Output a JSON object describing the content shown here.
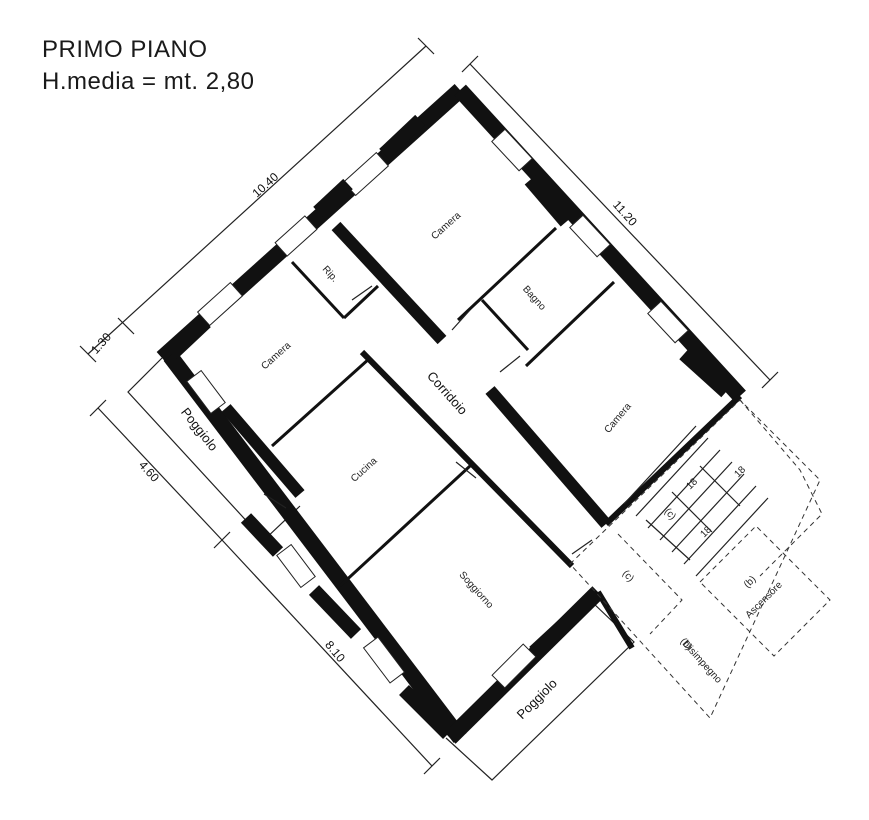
{
  "header": {
    "title": "PRIMO PIANO",
    "subtitle": "H.media = mt. 2,80"
  },
  "rooms": {
    "camera_top": "Camera",
    "rip": "Rip.",
    "camera_left": "Camera",
    "bagno": "Bagno",
    "camera_right": "Camera",
    "corridoio": "Corridoio",
    "cucina": "Cucina",
    "soggiorno": "Soggiorno"
  },
  "balconies": {
    "left": "Poggiolo",
    "bottom": "Poggiolo"
  },
  "stair": {
    "c_upper": "(c)",
    "steps_a": "18",
    "steps_b": "18",
    "steps_c": "18",
    "c_lower": "(c)",
    "b_disimpegno": "(b)",
    "disimpegno": "Disimpegno",
    "b_ascensore": "(b)",
    "ascensore": "Ascensore"
  },
  "dimensions": {
    "top": "10.40",
    "right": "11.20",
    "left_small": "1.30",
    "left": "4.60",
    "bottom_left": "8.10"
  }
}
